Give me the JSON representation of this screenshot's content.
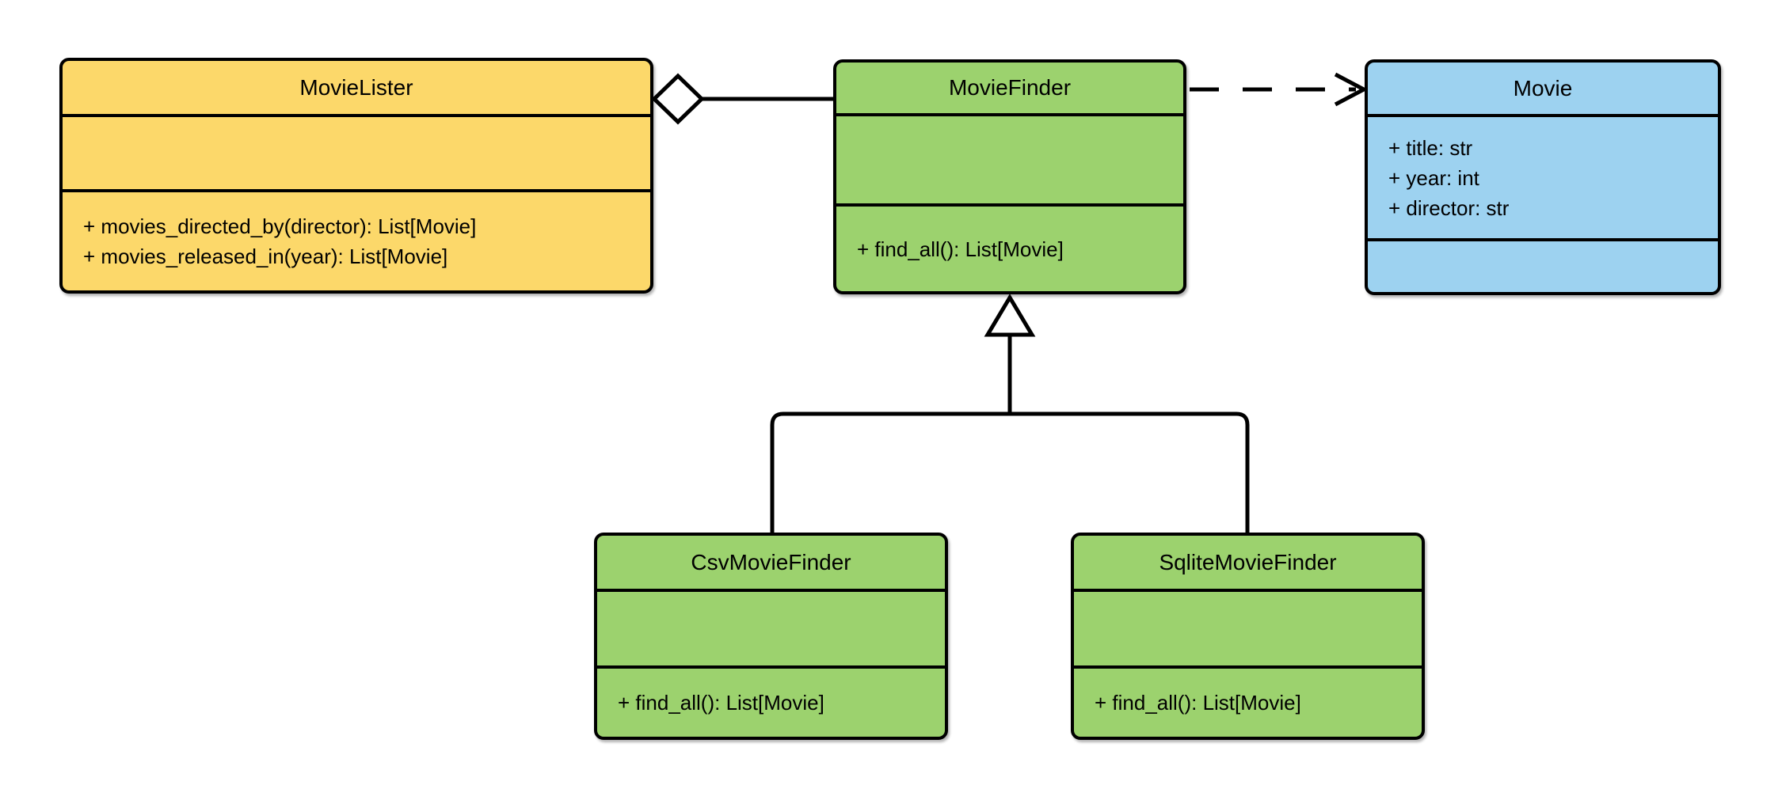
{
  "diagram": {
    "kind": "uml-class-diagram",
    "title": ""
  },
  "colors": {
    "background": "#FFFFFF",
    "border": "#000000",
    "connector": "#000000",
    "marker_fill": "#FFFFFF",
    "yellow": "#FCD86A",
    "green": "#9CD26E",
    "blue": "#9DD2F0"
  },
  "classes": [
    {
      "id": "movie-lister",
      "name": "MovieLister",
      "fill": "#FCD86A",
      "attributes": [],
      "methods": [
        "+ movies_directed_by(director): List[Movie]",
        "+ movies_released_in(year): List[Movie]"
      ]
    },
    {
      "id": "movie-finder",
      "name": "MovieFinder",
      "fill": "#9CD26E",
      "attributes": [],
      "methods": [
        "+ find_all(): List[Movie]"
      ]
    },
    {
      "id": "movie",
      "name": "Movie",
      "fill": "#9DD2F0",
      "attributes": [
        "+ title: str",
        "+ year: int",
        "+ director: str"
      ],
      "methods": []
    },
    {
      "id": "csv-movie-finder",
      "name": "CsvMovieFinder",
      "fill": "#9CD26E",
      "attributes": [],
      "methods": [
        "+ find_all(): List[Movie]"
      ]
    },
    {
      "id": "sqlite-movie-finder",
      "name": "SqliteMovieFinder",
      "fill": "#9CD26E",
      "attributes": [],
      "methods": [
        "+ find_all(): List[Movie]"
      ]
    }
  ],
  "relationships": [
    {
      "type": "aggregation",
      "from": "MovieLister",
      "to": "MovieFinder",
      "line": "solid",
      "marker": "hollow-diamond-at-MovieLister"
    },
    {
      "type": "dependency",
      "from": "MovieFinder",
      "to": "Movie",
      "line": "dashed",
      "marker": "open-arrow-at-Movie"
    },
    {
      "type": "inheritance",
      "from": "CsvMovieFinder",
      "to": "MovieFinder",
      "line": "solid",
      "marker": "hollow-triangle-at-MovieFinder"
    },
    {
      "type": "inheritance",
      "from": "SqliteMovieFinder",
      "to": "MovieFinder",
      "line": "solid",
      "marker": "hollow-triangle-at-MovieFinder"
    }
  ]
}
